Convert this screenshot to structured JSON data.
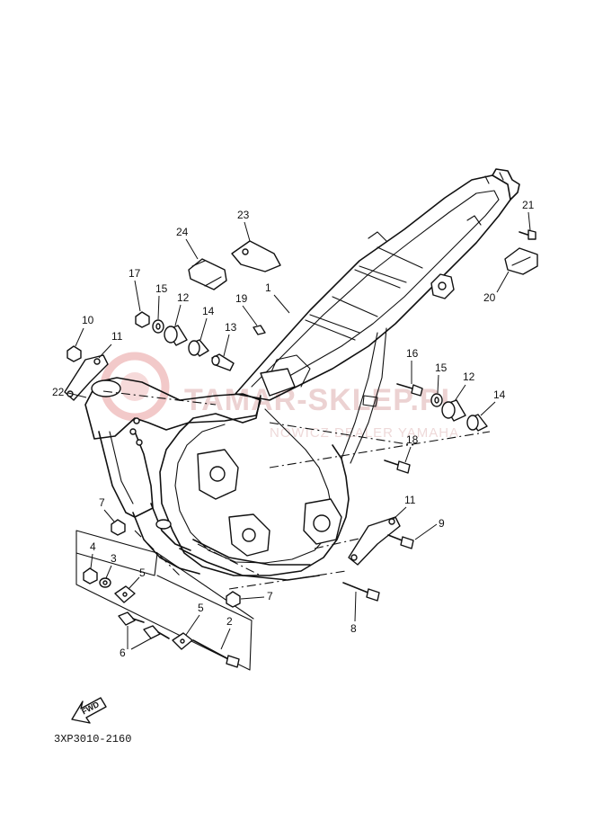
{
  "watermark": {
    "brand": "TAMAR-SKLEP.PL",
    "subtitle": "NOWICZ DEALER YAMAHA"
  },
  "diagram_code": "3XP3010-2160",
  "fwd_label": "FWD",
  "callouts": [
    {
      "id": "c1",
      "label": "1"
    },
    {
      "id": "c2",
      "label": "2"
    },
    {
      "id": "c3",
      "label": "3"
    },
    {
      "id": "c4",
      "label": "4"
    },
    {
      "id": "c5a",
      "label": "5"
    },
    {
      "id": "c5b",
      "label": "5"
    },
    {
      "id": "c6",
      "label": "6"
    },
    {
      "id": "c7a",
      "label": "7"
    },
    {
      "id": "c7b",
      "label": "7"
    },
    {
      "id": "c8",
      "label": "8"
    },
    {
      "id": "c9",
      "label": "9"
    },
    {
      "id": "c10",
      "label": "10"
    },
    {
      "id": "c11a",
      "label": "11"
    },
    {
      "id": "c11b",
      "label": "11"
    },
    {
      "id": "c12a",
      "label": "12"
    },
    {
      "id": "c12b",
      "label": "12"
    },
    {
      "id": "c13",
      "label": "13"
    },
    {
      "id": "c14a",
      "label": "14"
    },
    {
      "id": "c14b",
      "label": "14"
    },
    {
      "id": "c15a",
      "label": "15"
    },
    {
      "id": "c15b",
      "label": "15"
    },
    {
      "id": "c16",
      "label": "16"
    },
    {
      "id": "c17",
      "label": "17"
    },
    {
      "id": "c18",
      "label": "18"
    },
    {
      "id": "c19",
      "label": "19"
    },
    {
      "id": "c20",
      "label": "20"
    },
    {
      "id": "c21",
      "label": "21"
    },
    {
      "id": "c22",
      "label": "22"
    },
    {
      "id": "c23",
      "label": "23"
    },
    {
      "id": "c24",
      "label": "24"
    }
  ]
}
